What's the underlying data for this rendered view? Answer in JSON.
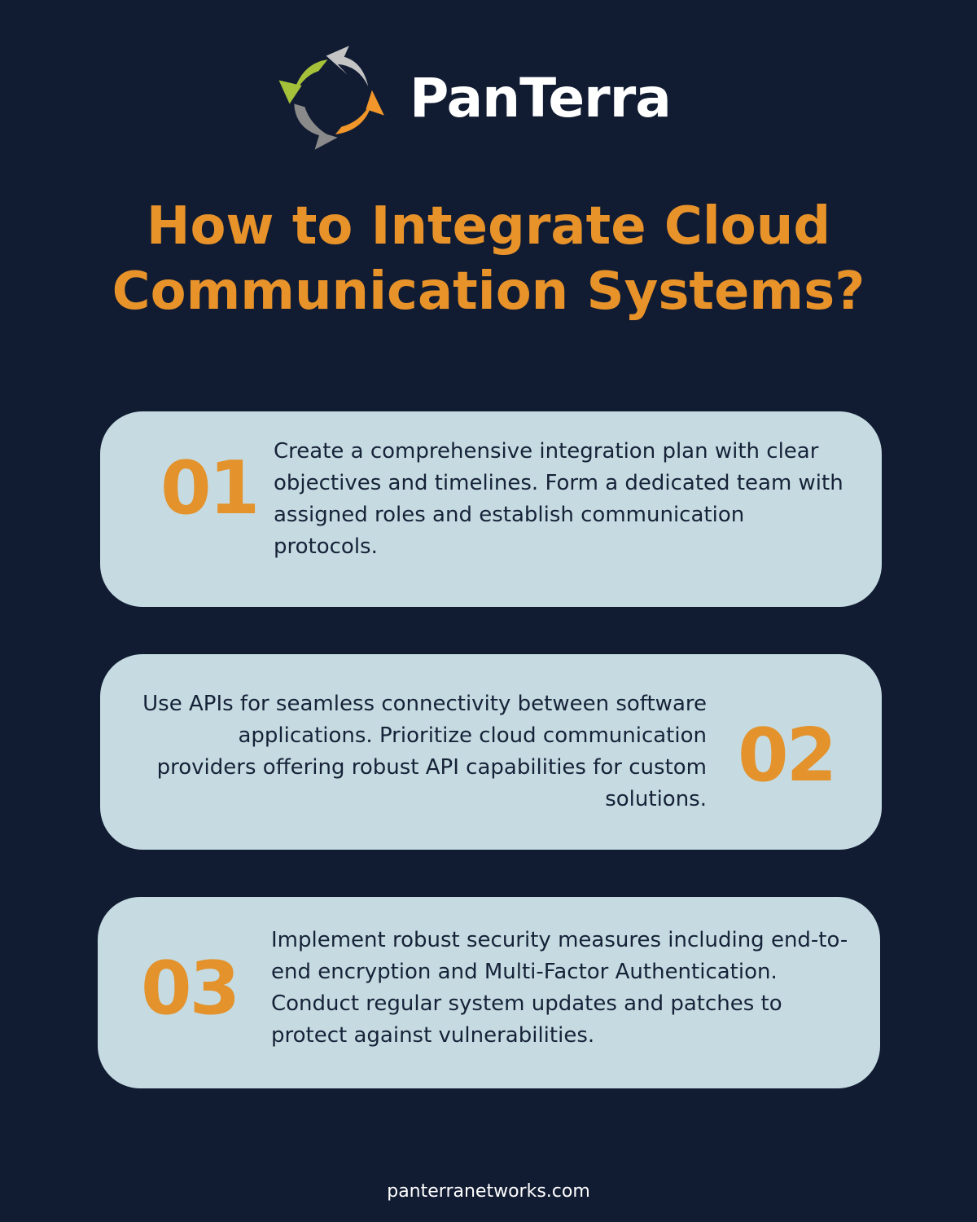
{
  "brand": {
    "name": "PanTerra",
    "logo_icon": "circular-arrows-icon",
    "colors": {
      "background": "#111c33",
      "accent": "#e8922a",
      "card": "#c6dbe1",
      "arrow_green": "#a5c13a",
      "arrow_gray_light": "#c4c4c4",
      "arrow_gray_dark": "#8a8a8a",
      "arrow_orange": "#f0962a"
    }
  },
  "title": {
    "line1": "How to Integrate Cloud",
    "line2": "Communication Systems?"
  },
  "steps": [
    {
      "number": "01",
      "text": "Create a comprehensive integration plan with clear objectives and timelines. Form a dedicated team with assigned roles and establish communication protocols."
    },
    {
      "number": "02",
      "text": "Use APIs for seamless connectivity between software applications. Prioritize cloud communication providers offering robust API capabilities for custom solutions."
    },
    {
      "number": "03",
      "text": "Implement robust security measures including end-to-end encryption and Multi-Factor Authentication. Conduct regular system updates and patches to protect against vulnerabilities."
    }
  ],
  "footer": {
    "url": "panterranetworks.com"
  }
}
